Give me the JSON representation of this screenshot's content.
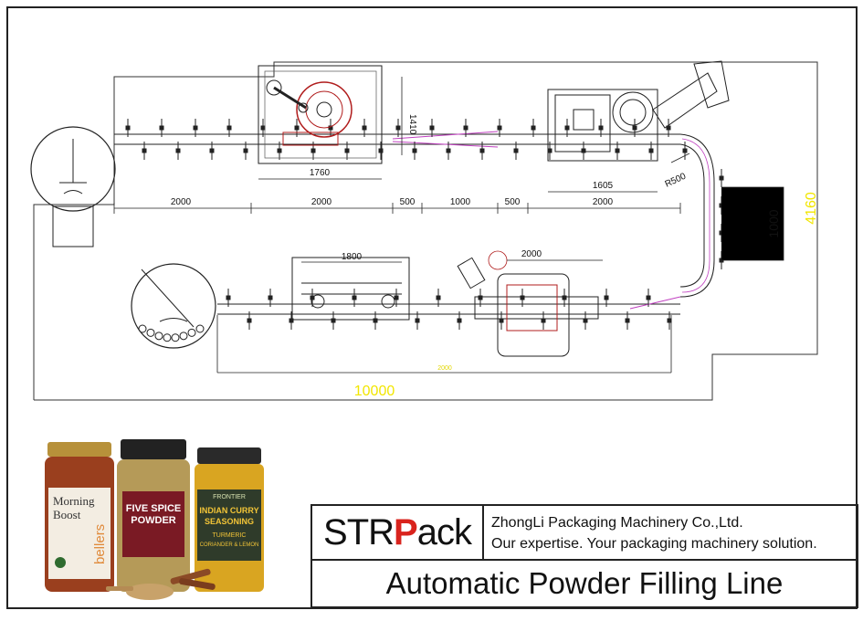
{
  "dimensions": {
    "top_2000_a": "2000",
    "top_2000_b": "2000",
    "top_500_a": "500",
    "top_1000": "1000",
    "top_500_b": "500",
    "top_2000_c": "2000",
    "width_1760": "1760",
    "height_1410": "1410",
    "width_1605": "1605",
    "radius_r500": "R500",
    "side_1000": "1000",
    "overall_height": "4160",
    "bottom_1800": "1800",
    "bottom_2000": "2000",
    "bottom_small": "2000",
    "overall_width": "10000"
  },
  "products": {
    "jar1_line1": "Morning",
    "jar1_line2": "Boost",
    "jar1_brand": "bellers",
    "jar2_line1": "FIVE SPICE",
    "jar2_line2": "POWDER",
    "jar3_brand": "FRONTIER",
    "jar3_line1": "INDIAN CURRY",
    "jar3_line2": "SEASONING",
    "jar3_line3": "TURMERIC",
    "jar3_line4": "CORIANDER & LEMON"
  },
  "logo": {
    "part1": "STR",
    "accent": "P",
    "part2": "ack"
  },
  "company": "ZhongLi Packaging Machinery Co.,Ltd.",
  "tagline": "Our expertise. Your packaging machinery solution.",
  "line_title": "Automatic Powder Filling Line",
  "colors": {
    "line": "#222222",
    "overall_dim": "#f2e600",
    "accent_red": "#d9231d",
    "machine_red": "#b01c1c",
    "guide_magenta": "#c040c0"
  }
}
